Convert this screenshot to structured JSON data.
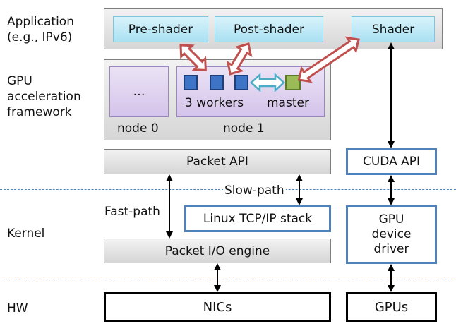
{
  "layers": {
    "application": "Application\n(e.g., IPv6)",
    "gpu_framework": "GPU\nacceleration\nframework",
    "kernel": "Kernel",
    "hw": "HW"
  },
  "app_box": {
    "pre_shader": "Pre-shader",
    "post_shader": "Post-shader",
    "shader": "Shader"
  },
  "framework": {
    "node0_ellipsis": "…",
    "node0_label": "node 0",
    "node1_label": "node 1",
    "workers_label": "3 workers",
    "master_label": "master"
  },
  "boxes": {
    "packet_api": "Packet API",
    "cuda_api": "CUDA API",
    "linux_stack": "Linux TCP/IP stack",
    "gpu_driver": "GPU\ndevice\ndriver",
    "packet_io": "Packet I/O engine",
    "nics": "NICs",
    "gpus": "GPUs"
  },
  "paths": {
    "slow_path": "Slow-path",
    "fast_path": "Fast-path"
  },
  "colors": {
    "blue_border": "#4f81bd",
    "worker": "#3d74c6",
    "master": "#9bbb59",
    "red_arrow": "#c0504d"
  }
}
